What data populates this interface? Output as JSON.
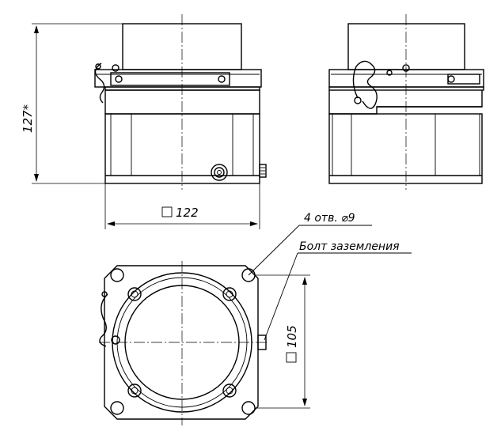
{
  "views": {
    "front": "front-view",
    "side": "side-view",
    "top": "top-view"
  },
  "dimensions": {
    "height": "127*",
    "width_square": "122",
    "hole_spacing_square": "105"
  },
  "callouts": {
    "holes": "4 отв. ⌀9",
    "ground_bolt": "Болт заземления"
  },
  "colors": {
    "line": "#000000",
    "background": "#ffffff"
  }
}
